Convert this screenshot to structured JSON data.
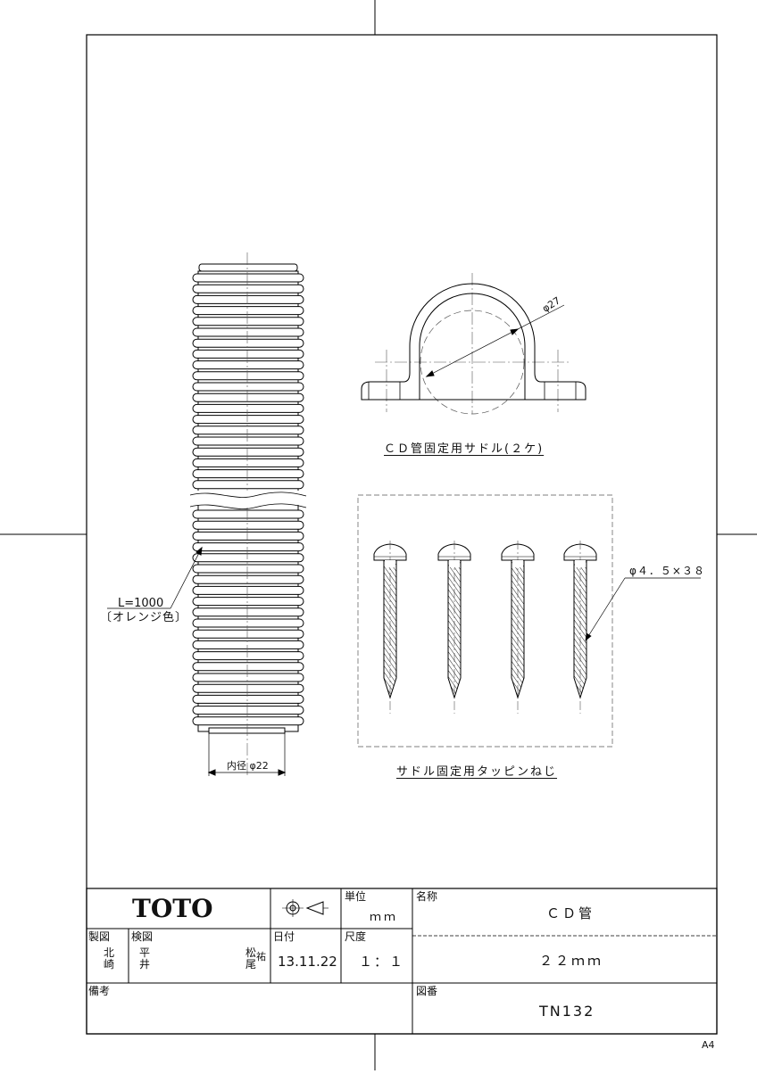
{
  "drawing": {
    "pipe": {
      "length_label": "L=1000",
      "color_note": "〔オレンジ色〕",
      "inner_diameter_label": "内径 φ22"
    },
    "saddle": {
      "diameter_label": "φ27",
      "caption": "ＣＤ管固定用サドル(２ケ)"
    },
    "screws": {
      "count": 4,
      "size_label": "φ４．５×３８",
      "caption": "サドル固定用タッピンねじ"
    }
  },
  "title_block": {
    "logo": "TOTO",
    "projection_symbol": "third-angle-projection-icon",
    "unit_header": "単位",
    "unit_value": "ｍｍ",
    "name_header": "名称",
    "name_value": "ＣＤ管",
    "drawn_header": "製図",
    "drawn_by": [
      "北",
      "崎"
    ],
    "checked_header": "検図",
    "checked_by": [
      "平",
      "井"
    ],
    "approved_by": [
      "松",
      "尾"
    ],
    "approved_seal": "祐",
    "date_header": "日付",
    "date_value": "13.11.22",
    "scale_header": "尺度",
    "scale_value": "１：１",
    "size_value": "２２ｍｍ",
    "remarks_header": "備考",
    "drawing_no_header": "図番",
    "drawing_no_value": "TN132"
  },
  "paper_size": "A4"
}
